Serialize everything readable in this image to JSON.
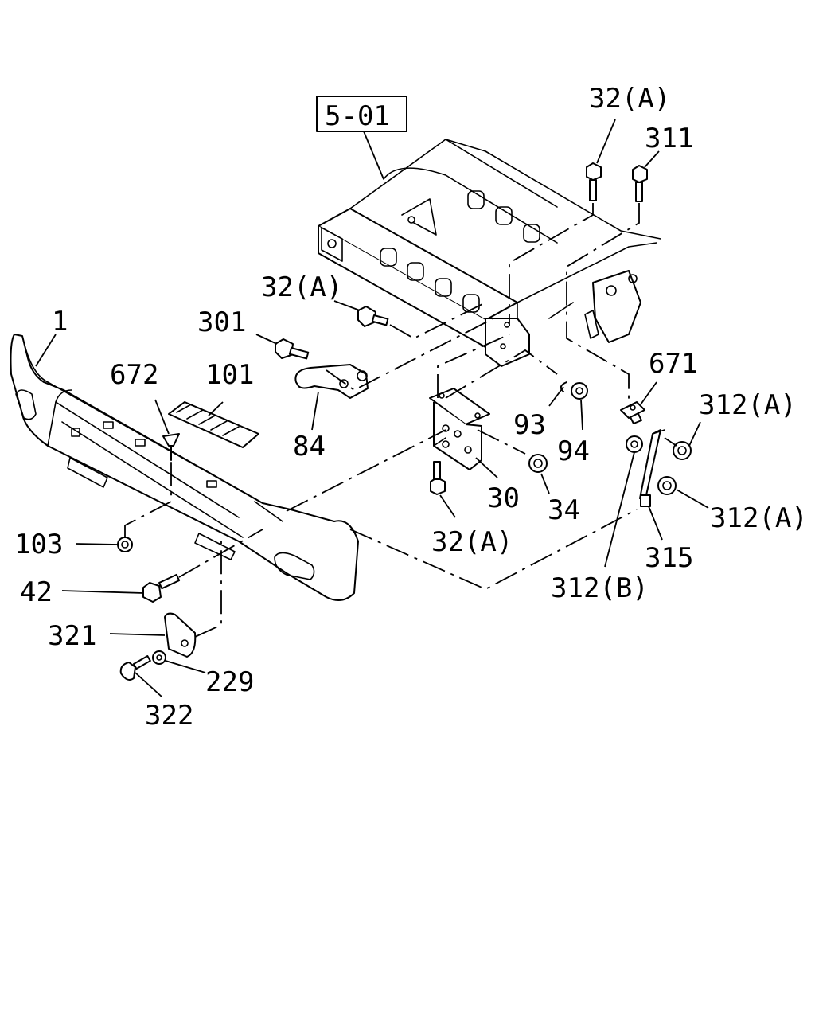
{
  "reference_box": "5-01",
  "callouts": {
    "p32a_top": "32(A)",
    "p311": "311",
    "p32a_mid": "32(A)",
    "p301": "301",
    "p1": "1",
    "p672": "672",
    "p101": "101",
    "p84": "84",
    "p671": "671",
    "p312a_1": "312(A)",
    "p93": "93",
    "p94": "94",
    "p30": "30",
    "p34": "34",
    "p32a_low": "32(A)",
    "p312a_2": "312(A)",
    "p315": "315",
    "p312b": "312(B)",
    "p103": "103",
    "p42": "42",
    "p321": "321",
    "p229": "229",
    "p322": "322"
  },
  "icons": [
    "bolt-icon",
    "nut-icon",
    "washer-icon",
    "clip-icon"
  ]
}
